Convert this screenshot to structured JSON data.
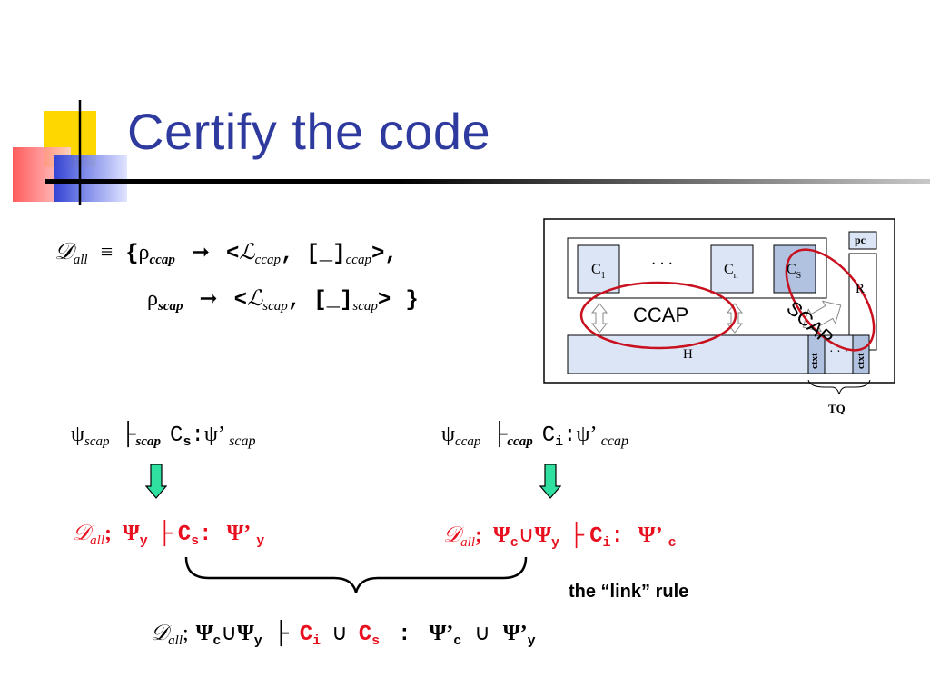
{
  "slide": {
    "title": "Certify the code"
  },
  "definition": {
    "lhs": "𝒟",
    "lhs_sub": "all",
    "equiv": "≡",
    "open": "{",
    "rho": "ρ",
    "ccap": "ccap",
    "scap": "scap",
    "maps": "➞",
    "lt": "<",
    "L": "ℒ",
    "comma": ",",
    "hole": "[_]",
    "gt": ">",
    "close": "}"
  },
  "diagram": {
    "pc": "pc",
    "c1": "C",
    "c1_sub": "1",
    "dots": "· · ·",
    "cn": "C",
    "cn_sub": "n",
    "cs": "C",
    "cs_sub": "S",
    "r": "R",
    "ccap_label": "CCAP",
    "scap_label": "SCAP",
    "h": "H",
    "ctxt1": "ctxt",
    "ctxt_dots": "· · ·",
    "ctxt2": "ctxt",
    "tq": "TQ"
  },
  "judgments": {
    "psi": "ψ",
    "scap": "scap",
    "ccap": "ccap",
    "turnstile": "├",
    "cs": "C",
    "cs_sub": "s",
    "ci": "C",
    "ci_sub": "i",
    "colon": ":",
    "psi_prime": "ψ’"
  },
  "lifted": {
    "D": "𝒟",
    "D_sub": "all",
    "semi": ";",
    "Psi": "Ψ",
    "y": "y",
    "c": "c",
    "cup": "∪",
    "turnstile": "├",
    "C": "C",
    "s": "s",
    "i": "i",
    "colon": ":",
    "Psi_prime": "Ψ’"
  },
  "link_rule_label": "the “link” rule",
  "final": {
    "D": "𝒟",
    "D_sub": "all",
    "semi": ";",
    "Psi": "Ψ",
    "c": "c",
    "cup": "∪",
    "y": "y",
    "turnstile": "├",
    "C": "C",
    "i": "i",
    "s": "s",
    "colon": ":",
    "Psi_prime": "Ψ’"
  },
  "colors": {
    "title": "#2e3a9e",
    "red": "#e8101e",
    "arrow": "#2fe0a0",
    "box_blue": "#dbe5f5",
    "cs_blue": "#b0c2e0"
  }
}
